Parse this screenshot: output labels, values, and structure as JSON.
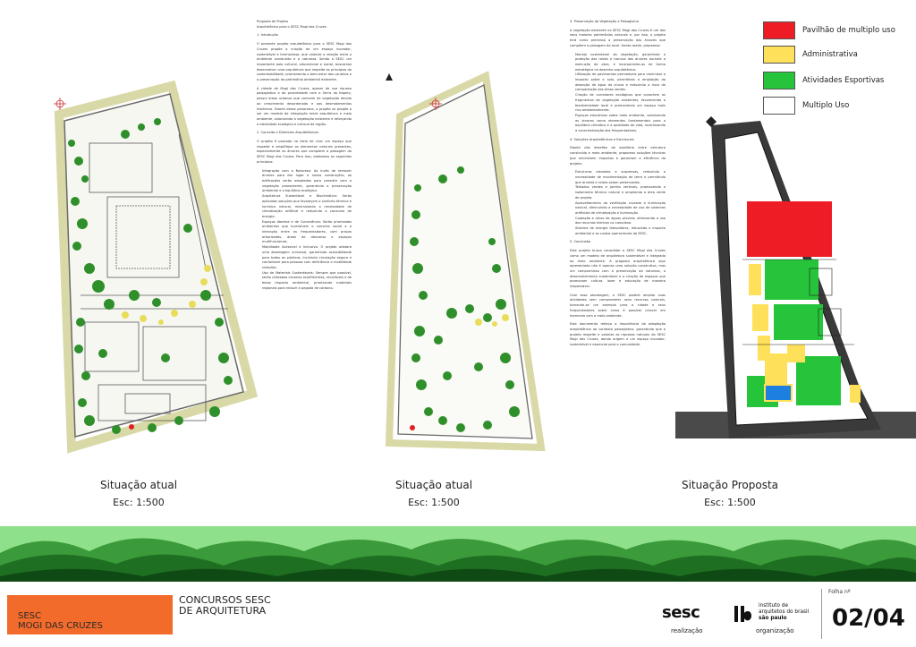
{
  "plans": [
    {
      "title": "Situação atual",
      "scale": "Esc: 1:500"
    },
    {
      "title": "Situação atual",
      "scale": "Esc: 1:500"
    },
    {
      "title": "Situação Proposta",
      "scale": "Esc: 1:500"
    }
  ],
  "legend": [
    {
      "label": "Pavilhão de multiplo uso",
      "color": "#ee1c24"
    },
    {
      "label": "Administrativa",
      "color": "#ffe05a"
    },
    {
      "label": "Atividades Esportivas",
      "color": "#26c43b"
    },
    {
      "label": "Multiplo Uso",
      "color": "#ffffff"
    }
  ],
  "colors": {
    "accent": "#f26b2b",
    "grass": "#2f8f2a",
    "light_grass": "#8fe08a",
    "dark_site": "#3a3a3a"
  },
  "text_col1": {
    "heading": "Proposta de Projeto",
    "subheading": "Arquitetônico para o SESC Mogi das Cruzes",
    "s1_title": "1. Introdução",
    "s1_p1": "O presente projeto arquitetônico para o SESC Mogi das Cruzes propõe a criação de um espaço inovador, sustentável e harmonioso, que valorize a relação entre o ambiente construído e a natureza. Sendo o SESC um importante polo cultural, educacional e social, buscamos desenvolver uma arquitetura que respeite os princípios da sustentabilidade, promovendo o bem-estar dos usuários e a preservação do patrimônio ambiental existente.",
    "s1_p2": "A cidade de Mogi das Cruzes, apesar de sua riqueza paisagística e da proximidade com a Serra do Itapety, possui áreas urbanas que carecem de vegetação devido ao crescimento desordenado e aos desmatamentos históricos. Diante desse panorama, o projeto se propõe a ser um modelo de integração entre arquitetura e meio ambiente, valorizando a vegetação existente e reforçando a identidade ecológica e cultural da região.",
    "s2_title": "2. Conceito e Diretrizes Arquitetônicas",
    "s2_p1": "O projeto é pautado na ideia de criar um espaço que respeite e amplifique os elementos naturais presentes, especialmente as árvores que compõem a paisagem do SESC Mogi das Cruzes. Para isso, adotamos os seguintes princípios:",
    "s2_items": [
      "Integração com a Natureza: Ao invés de remover árvores para dar lugar a novas construções, as edificações serão adaptadas para coexistir com a vegetação preexistente, garantindo a preservação ambiental e o equilíbrio ecológico.",
      "Arquitetura Sustentável e Bioclimática: Serão aplicadas soluções que favoreçam o conforto térmico e lumínico natural, minimizando a necessidade de climatização artificial e reduzindo o consumo de energia.",
      "Espaços Abertos e de Convivência: Serão priorizados ambientes que incentivem o convívio social e a interação entre os frequentadores, com praças arborizadas, áreas de descanso e espaços multifuncionais.",
      "Mobilidade Acessível e Inclusiva: O projeto adotará uma abordagem universal, garantindo acessibilidade para todos os públicos, incluindo circulação segura e confortável para pessoas com deficiência e mobilidade reduzida.",
      "Uso de Materiais Sustentáveis: Sempre que possível, serão utilizados insumos ecoeficientes, recicláveis e de baixo impacto ambiental, priorizando materiais regionais para reduzir a pegada de carbono."
    ]
  },
  "text_col2": {
    "s3_title": "3. Preservação da Vegetação e Paisagismo",
    "s3_p1": "A vegetação existente no SESC Mogi das Cruzes é um dos seus maiores patrimônios naturais e, por isso, o projeto terá como premissa a preservação das árvores que compõem a paisagem do local. Sendo assim, propomos:",
    "s3_items": [
      "Manejo sustentável da vegetação, garantindo a proteção das raízes e troncos das árvores durante a execução da obra, e incorporando-as de forma estratégica no desenho arquitetônico.",
      "Utilização de pavimentos permeáveis para minimizar o impacto sobre o solo, permitindo a ampliação da absorção da água da chuva e reduzindo o risco de compactação das áreas verdes.",
      "Criação de corredores ecológicos que conectem os fragmentos de vegetação existentes, favorecendo a biodiversidade local e promovendo um espaço mais rico ambientalmente.",
      "Espaços educativos sobre meio ambiente, valorizando as árvores como elementos fundamentais para o equilíbrio climático e a qualidade de vida, incentivando a conscientização dos frequentadores."
    ],
    "s4_title": "4. Soluções Arquitetônicas e Estruturais",
    "s4_p1": "Diante dos desafios de equilíbrio entre estrutura construída e meio ambiente, propomos soluções técnicas que minimizem impactos e garantam a eficiência do projeto:",
    "s4_items": [
      "Estruturas elevadas e suspensas, reduzindo a necessidade de movimentação de terra e permitindo que árvores e raízes sejam preservadas.",
      "Telhados verdes e jardins verticais, promovendo o isolamento térmico natural e ampliando a área verde do projeto.",
      "Aproveitamento da ventilação cruzada e iluminação natural, diminuindo a necessidade de uso de sistemas artificiais de climatização e iluminação.",
      "Captação e reúso de águas pluviais, otimizando o uso dos recursos hídricos no complexo.",
      "Sistema de energia fotovoltaica, reduzindo o impacto ambiental e os custos operacionais do SESC."
    ],
    "s5_title": "5. Conclusão",
    "s5_p1": "Este projeto busca consolidar o SESC Mogi das Cruzes como um modelo de arquitetura sustentável e integrada ao meio ambiente. A proposta arquitetônica aqui apresentada não é apenas uma solução construtiva, mas um compromisso com a preservação da natureza, o desenvolvimento sustentável e a criação de espaços que promovam cultura, lazer e educação de maneira responsável.",
    "s5_p2": "Com essa abordagem, o SESC poderá ampliar suas atividades sem comprometer seus recursos naturais, tornando-se um exemplo para a cidade e seus frequentadores sobre como é possível crescer em harmonia com o meio ambiente.",
    "s5_p3": "Este documento reforça a importância da adaptação arquitetônica ao contexto paisagístico, garantindo que o projeto respeite e valorize as riquezas naturais do SESC Mogi das Cruzes, dando origem a um espaço inovador, sustentável e essencial para a comunidade."
  },
  "footer": {
    "badge_line1": "SESC",
    "badge_line2": "MOGI DAS CRUZES",
    "contest_line1": "CONCURSOS SESC",
    "contest_line2": "DE ARQUITETURA",
    "sesc_logo": "sesc",
    "realizacao": "realização",
    "iab_line1": "instituto de",
    "iab_line2": "arquitetos do brasil",
    "iab_line3": "são paulo",
    "organizacao": "organização",
    "sheet_label": "Folha nº",
    "sheet_number": "02/04"
  }
}
